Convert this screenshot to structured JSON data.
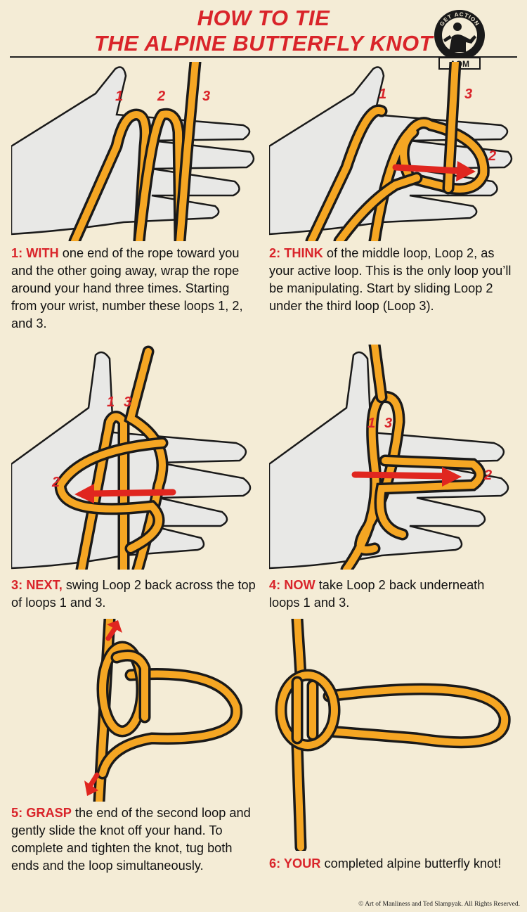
{
  "title": {
    "line1": "HOW TO TIE",
    "line2": "THE ALPINE BUTTERFLY KNOT"
  },
  "logo": {
    "arc_text": "GET ACTION",
    "abbr": "AOM"
  },
  "colors": {
    "title_red": "#d9242a",
    "rope": "#f5a623",
    "rope_outline": "#1a1a1a",
    "hand": "#e8e8e6",
    "arrow_red": "#e0261f",
    "background": "#f4ecd6"
  },
  "steps": [
    {
      "lead": "1: WITH",
      "text": " one end of the rope toward you and the other going away, wrap the rope around your hand three times. Starting from your wrist, number these loops 1, 2, and 3.",
      "labels": [
        "1",
        "2",
        "3"
      ]
    },
    {
      "lead": "2: THINK",
      "text": " of the middle loop, Loop 2, as your active loop. This is the only loop you’ll be manipulating. Start by sliding Loop 2 under the third loop (Loop 3).",
      "labels": [
        "1",
        "3",
        "2"
      ]
    },
    {
      "lead": "3: NEXT,",
      "text": " swing Loop 2 back across the top of loops 1 and 3.",
      "labels": [
        "1",
        "3",
        "2"
      ]
    },
    {
      "lead": "4: NOW",
      "text": " take Loop 2 back underneath loops 1 and 3.",
      "labels": [
        "1",
        "3",
        "2"
      ]
    },
    {
      "lead": "5: GRASP",
      "text": " the end of the second loop and gently slide the knot off your hand. To complete and tighten the knot, tug both ends and the loop simultaneously."
    },
    {
      "lead": "6: YOUR",
      "text": " completed alpine butterfly knot!"
    }
  ],
  "copyright": "© Art of Manliness and Ted Slampyak. All Rights Reserved."
}
